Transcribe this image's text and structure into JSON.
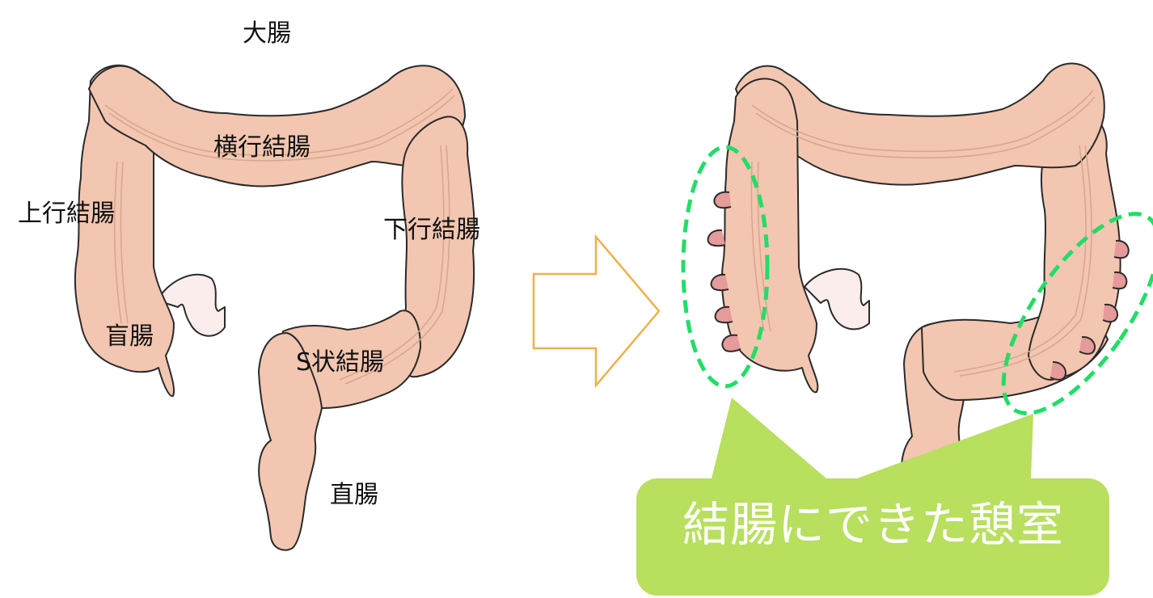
{
  "diagram": {
    "type": "medical-illustration",
    "subject": "colon / large intestine diverticula",
    "left_panel": {
      "title": "大腸",
      "labels": [
        {
          "id": "transverse",
          "text": "横行結腸"
        },
        {
          "id": "ascending",
          "text": "上行結腸"
        },
        {
          "id": "descending",
          "text": "下行結腸"
        },
        {
          "id": "cecum",
          "text": "盲腸"
        },
        {
          "id": "sigmoid",
          "text": "S状結腸"
        },
        {
          "id": "rectum",
          "text": "直腸"
        }
      ]
    },
    "arrow": {
      "direction": "right",
      "color": "#EDB04A"
    },
    "right_panel": {
      "callout_text": "結腸にできた憩室",
      "callout_color": "#B8DF5E",
      "highlight_color": "#22DD66",
      "diverticula_left_count": 5,
      "diverticula_right_count": 5
    },
    "colors": {
      "colon_fill": "#F2C6B0",
      "colon_stroke": "#2A2A2A",
      "diverticulum_fill": "#E79A9A",
      "appendix_area_fill": "#FCEDED"
    }
  }
}
